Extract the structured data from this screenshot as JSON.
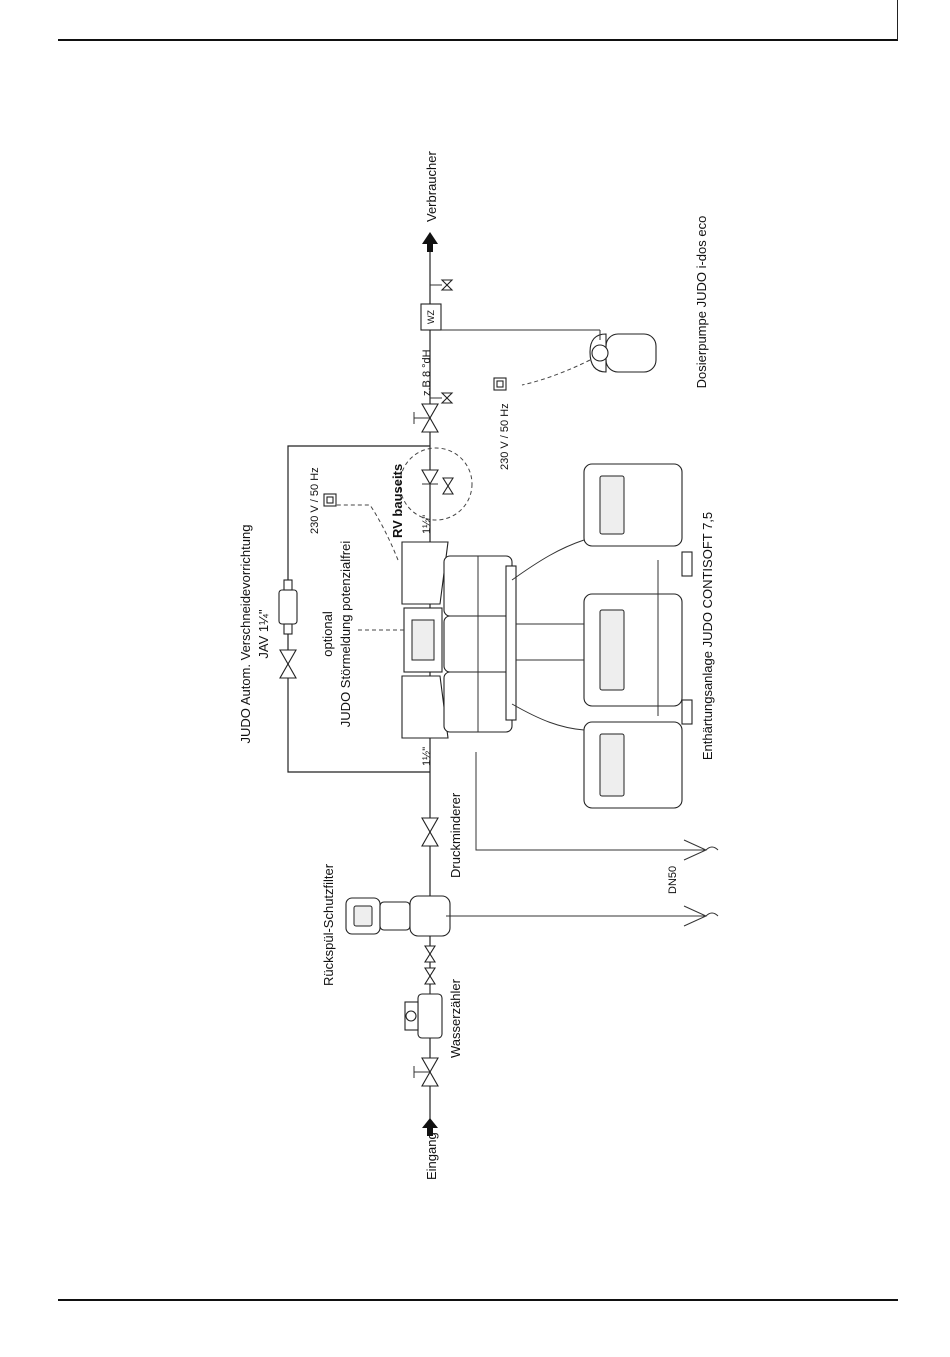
{
  "labels": {
    "eingang": "Eingang",
    "verbraucher": "Verbraucher",
    "wasserzaehler": "Wasserzähler",
    "rueckspuel": "Rückspül-Schutzfilter",
    "druckminderer": "Druckminderer",
    "dn50": "DN50",
    "pipe_in": "1½\"",
    "pipe_out": "1½\"",
    "rv": "RV bauseits",
    "power1": "230 V / 50 Hz",
    "power2": "230 V / 50 Hz",
    "zb": "z.B 8 °dH",
    "wz": "WZ",
    "jav_line1": "JUDO Autom. Verschneidevorrichtung",
    "jav_line2": "JAV 1¼\"",
    "opt_line1": "optional",
    "opt_line2": "JUDO Störmeldung potenzialfrei",
    "contisoft": "Enthärtungsanlage JUDO CONTISOFT 7,5",
    "dosier": "Dosierpumpe JUDO i-dos eco"
  }
}
